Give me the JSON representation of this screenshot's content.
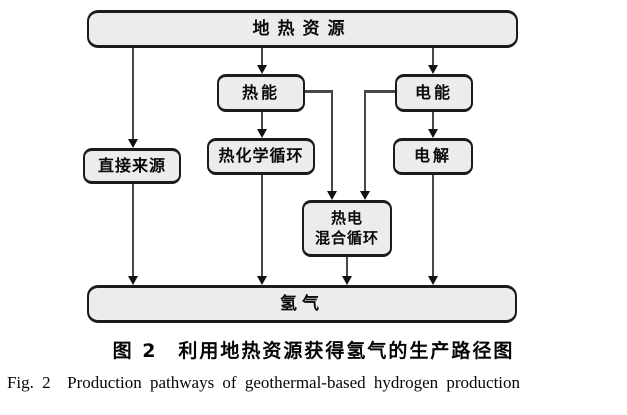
{
  "figure": {
    "nodes": {
      "geothermal": "地热资源",
      "thermal": "热能",
      "electric": "电能",
      "direct": "直接来源",
      "thermochemical": "热化学循环",
      "electrolysis": "电解",
      "hybrid": "热电\n混合循环",
      "hydrogen": "氢气"
    },
    "captions": {
      "zh": "图 2　利用地热资源获得氢气的生产路径图",
      "en": "Fig. 2  Production pathways of geothermal-based hydrogen production"
    },
    "colors": {
      "box_fill": "#ececec",
      "box_border": "#1b1b1b",
      "line": "#474747",
      "arrowhead": "#111111",
      "background": "#ffffff"
    }
  }
}
